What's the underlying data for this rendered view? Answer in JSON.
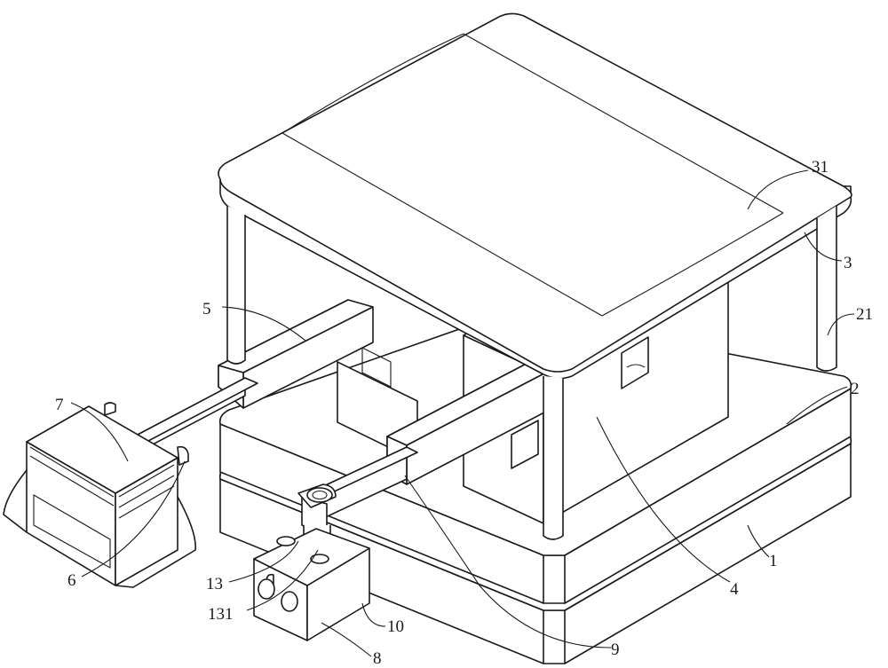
{
  "labels": {
    "l1": "1",
    "l2": "2",
    "l3": "3",
    "l4": "4",
    "l5": "5",
    "l6": "6",
    "l7": "7",
    "l8": "8",
    "l9": "9",
    "l10": "10",
    "l13": "13",
    "l21": "21",
    "l31": "31",
    "l131": "131"
  },
  "colors": {
    "stroke": "#1a1a1a",
    "background": "#ffffff"
  }
}
